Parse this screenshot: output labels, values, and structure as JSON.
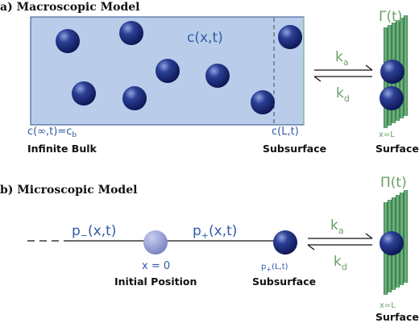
{
  "panel_a": {
    "header": "a) Macroscopic Model",
    "concentration_label": "c(x,t)",
    "bulk_condition_c": "c(∞,t)=c",
    "bulk_condition_sub": "b",
    "bulk_label": "Infinite Bulk",
    "subsurface_conc": "c(L,t)",
    "subsurface_label": "Subsurface",
    "rate_ka_main": "k",
    "rate_ka_sub": "a",
    "rate_kd_main": "k",
    "rate_kd_sub": "d",
    "surface_quantity": "Γ(t)",
    "position_label": "x=L",
    "surface_label": "Surface"
  },
  "panel_b": {
    "header": "b) Microscopic Model",
    "p_minus_main": "p",
    "p_minus_sub": "−",
    "p_minus_args": "(x,t)",
    "p_plus_main": "p",
    "p_plus_sub": "+",
    "p_plus_args": "(x,t)",
    "origin_label": "x = 0",
    "initial_label": "Initial Position",
    "p_plus_L_main": "p",
    "p_plus_L_sub": "+",
    "p_plus_L_args": "(L,t)",
    "subsurface_label": "Subsurface",
    "rate_ka_main": "k",
    "rate_ka_sub": "a",
    "rate_kd_main": "k",
    "rate_kd_sub": "d",
    "surface_quantity": "Π(t)",
    "position_label": "x=L",
    "surface_label": "Surface"
  },
  "colors": {
    "bulk_fill": "#b9cdea",
    "bulk_border": "#2f4f8f",
    "molecule": "#1f2f7a",
    "label_blue": "#2f5aa6",
    "label_green": "#6aa06a",
    "surface_green": "#3e8a55"
  }
}
